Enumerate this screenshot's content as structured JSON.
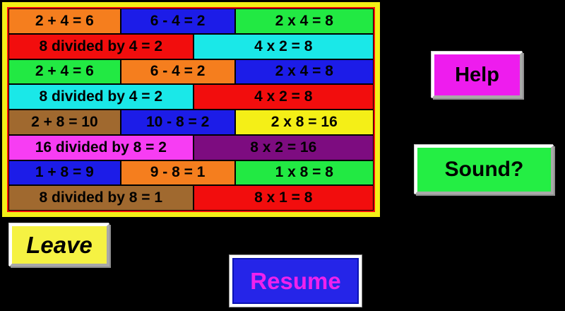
{
  "colors": {
    "page_background": "#000000",
    "board_frame_yellow": "#f4ef17",
    "board_frame_pinstripe": "#f20d0d",
    "cell_text": "#000000"
  },
  "board": {
    "rows": [
      {
        "cells": [
          {
            "text": "2 + 4 = 6",
            "bg": "#f57e1e"
          },
          {
            "text": "6 - 4 = 2",
            "bg": "#1c1ce8"
          },
          {
            "text": "2 x 4 = 8",
            "bg": "#22e943"
          }
        ]
      },
      {
        "cells": [
          {
            "text": "8 divided by 4 = 2",
            "bg": "#f20d0d"
          },
          {
            "text": "4 x 2 = 8",
            "bg": "#1ae8e8"
          }
        ]
      },
      {
        "cells": [
          {
            "text": "2 + 4 = 6",
            "bg": "#22e943"
          },
          {
            "text": "6 - 4 = 2",
            "bg": "#f57e1e"
          },
          {
            "text": "2 x 4 = 8",
            "bg": "#1c1ce8"
          }
        ]
      },
      {
        "cells": [
          {
            "text": "8 divided by 4 = 2",
            "bg": "#1ae8e8"
          },
          {
            "text": "4 x 2 = 8",
            "bg": "#f20d0d"
          }
        ]
      },
      {
        "cells": [
          {
            "text": "2 + 8 = 10",
            "bg": "#a0692f"
          },
          {
            "text": "10 - 8 = 2",
            "bg": "#1c1ce8"
          },
          {
            "text": "2 x 8 = 16",
            "bg": "#f4ef17"
          }
        ]
      },
      {
        "cells": [
          {
            "text": "16 divided by 8 = 2",
            "bg": "#f73df3"
          },
          {
            "text": "8 x 2 = 16",
            "bg": "#7d0c80"
          }
        ]
      },
      {
        "cells": [
          {
            "text": "1 + 8 = 9",
            "bg": "#1c1ce8"
          },
          {
            "text": "9 - 8 = 1",
            "bg": "#f57e1e"
          },
          {
            "text": "1 x 8 = 8",
            "bg": "#22e943"
          }
        ]
      },
      {
        "cells": [
          {
            "text": "8 divided by 8 = 1",
            "bg": "#a0692f"
          },
          {
            "text": "8 x 1 = 8",
            "bg": "#f20d0d"
          }
        ]
      }
    ]
  },
  "buttons": {
    "help": {
      "label": "Help",
      "bg": "#ee1cee",
      "text_color": "#000000"
    },
    "sound": {
      "label": "Sound?",
      "bg": "#24ee44",
      "text_color": "#000000"
    },
    "leave": {
      "label": "Leave",
      "bg": "#f5f243",
      "text_color": "#000000"
    },
    "resume": {
      "label": "Resume",
      "bg": "#2525e8",
      "text_color": "#ee22ee"
    }
  }
}
